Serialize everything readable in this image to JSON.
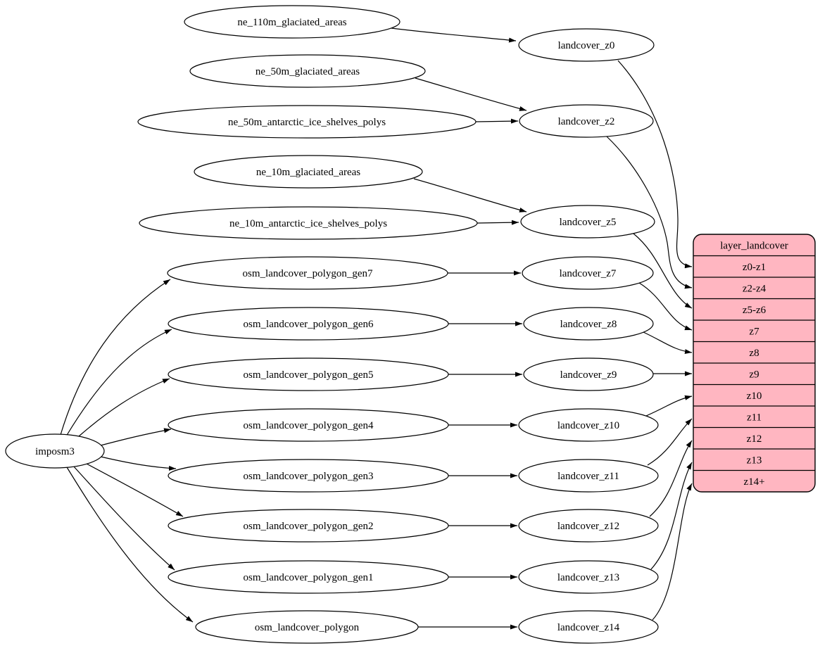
{
  "diagram": {
    "kind": "dependency-graph",
    "colors": {
      "node_fill": "#ffffff",
      "stroke": "#000000",
      "table_fill": "#ffb6c1",
      "text": "#000000",
      "background": "#ffffff"
    },
    "nodes": [
      {
        "id": "imposm3",
        "label": "imposm3"
      },
      {
        "id": "ne_110m_glaciated_areas",
        "label": "ne_110m_glaciated_areas"
      },
      {
        "id": "ne_50m_glaciated_areas",
        "label": "ne_50m_glaciated_areas"
      },
      {
        "id": "ne_50m_antarctic_ice_shelves_polys",
        "label": "ne_50m_antarctic_ice_shelves_polys"
      },
      {
        "id": "ne_10m_glaciated_areas",
        "label": "ne_10m_glaciated_areas"
      },
      {
        "id": "ne_10m_antarctic_ice_shelves_polys",
        "label": "ne_10m_antarctic_ice_shelves_polys"
      },
      {
        "id": "osm_landcover_polygon_gen7",
        "label": "osm_landcover_polygon_gen7"
      },
      {
        "id": "osm_landcover_polygon_gen6",
        "label": "osm_landcover_polygon_gen6"
      },
      {
        "id": "osm_landcover_polygon_gen5",
        "label": "osm_landcover_polygon_gen5"
      },
      {
        "id": "osm_landcover_polygon_gen4",
        "label": "osm_landcover_polygon_gen4"
      },
      {
        "id": "osm_landcover_polygon_gen3",
        "label": "osm_landcover_polygon_gen3"
      },
      {
        "id": "osm_landcover_polygon_gen2",
        "label": "osm_landcover_polygon_gen2"
      },
      {
        "id": "osm_landcover_polygon_gen1",
        "label": "osm_landcover_polygon_gen1"
      },
      {
        "id": "osm_landcover_polygon",
        "label": "osm_landcover_polygon"
      },
      {
        "id": "landcover_z0",
        "label": "landcover_z0"
      },
      {
        "id": "landcover_z2",
        "label": "landcover_z2"
      },
      {
        "id": "landcover_z5",
        "label": "landcover_z5"
      },
      {
        "id": "landcover_z7",
        "label": "landcover_z7"
      },
      {
        "id": "landcover_z8",
        "label": "landcover_z8"
      },
      {
        "id": "landcover_z9",
        "label": "landcover_z9"
      },
      {
        "id": "landcover_z10",
        "label": "landcover_z10"
      },
      {
        "id": "landcover_z11",
        "label": "landcover_z11"
      },
      {
        "id": "landcover_z12",
        "label": "landcover_z12"
      },
      {
        "id": "landcover_z13",
        "label": "landcover_z13"
      },
      {
        "id": "landcover_z14",
        "label": "landcover_z14"
      }
    ],
    "table": {
      "id": "layer_landcover",
      "title": "layer_landcover",
      "rows": [
        "z0-z1",
        "z2-z4",
        "z5-z6",
        "z7",
        "z8",
        "z9",
        "z10",
        "z11",
        "z12",
        "z13",
        "z14+"
      ]
    },
    "edges": [
      {
        "from": "ne_110m_glaciated_areas",
        "to": "landcover_z0"
      },
      {
        "from": "ne_50m_glaciated_areas",
        "to": "landcover_z2"
      },
      {
        "from": "ne_50m_antarctic_ice_shelves_polys",
        "to": "landcover_z2"
      },
      {
        "from": "ne_10m_glaciated_areas",
        "to": "landcover_z5"
      },
      {
        "from": "ne_10m_antarctic_ice_shelves_polys",
        "to": "landcover_z5"
      },
      {
        "from": "imposm3",
        "to": "osm_landcover_polygon_gen7"
      },
      {
        "from": "imposm3",
        "to": "osm_landcover_polygon_gen6"
      },
      {
        "from": "imposm3",
        "to": "osm_landcover_polygon_gen5"
      },
      {
        "from": "imposm3",
        "to": "osm_landcover_polygon_gen4"
      },
      {
        "from": "imposm3",
        "to": "osm_landcover_polygon_gen3"
      },
      {
        "from": "imposm3",
        "to": "osm_landcover_polygon_gen2"
      },
      {
        "from": "imposm3",
        "to": "osm_landcover_polygon_gen1"
      },
      {
        "from": "imposm3",
        "to": "osm_landcover_polygon"
      },
      {
        "from": "osm_landcover_polygon_gen7",
        "to": "landcover_z7"
      },
      {
        "from": "osm_landcover_polygon_gen6",
        "to": "landcover_z8"
      },
      {
        "from": "osm_landcover_polygon_gen5",
        "to": "landcover_z9"
      },
      {
        "from": "osm_landcover_polygon_gen4",
        "to": "landcover_z10"
      },
      {
        "from": "osm_landcover_polygon_gen3",
        "to": "landcover_z11"
      },
      {
        "from": "osm_landcover_polygon_gen2",
        "to": "landcover_z12"
      },
      {
        "from": "osm_landcover_polygon_gen1",
        "to": "landcover_z13"
      },
      {
        "from": "osm_landcover_polygon",
        "to": "landcover_z14"
      },
      {
        "from": "landcover_z0",
        "to": "layer_landcover",
        "row": "z0-z1"
      },
      {
        "from": "landcover_z2",
        "to": "layer_landcover",
        "row": "z2-z4"
      },
      {
        "from": "landcover_z5",
        "to": "layer_landcover",
        "row": "z5-z6"
      },
      {
        "from": "landcover_z7",
        "to": "layer_landcover",
        "row": "z7"
      },
      {
        "from": "landcover_z8",
        "to": "layer_landcover",
        "row": "z8"
      },
      {
        "from": "landcover_z9",
        "to": "layer_landcover",
        "row": "z9"
      },
      {
        "from": "landcover_z10",
        "to": "layer_landcover",
        "row": "z10"
      },
      {
        "from": "landcover_z11",
        "to": "layer_landcover",
        "row": "z11"
      },
      {
        "from": "landcover_z12",
        "to": "layer_landcover",
        "row": "z12"
      },
      {
        "from": "landcover_z13",
        "to": "layer_landcover",
        "row": "z13"
      },
      {
        "from": "landcover_z14",
        "to": "layer_landcover",
        "row": "z14+"
      }
    ]
  }
}
